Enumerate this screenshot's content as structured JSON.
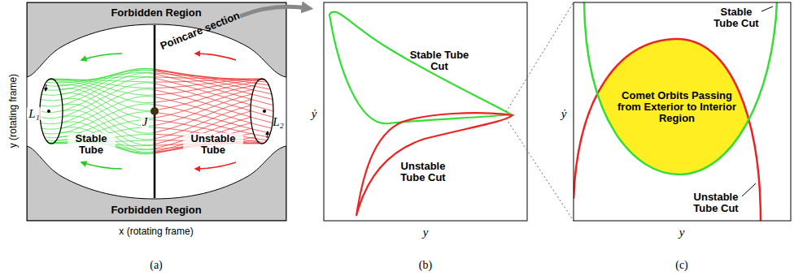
{
  "diagram": {
    "nodes": [
      {
        "text": [
          "Forbidden Region"
        ]
      },
      {
        "text": [
          "Forbidden Region"
        ]
      },
      {
        "text": [
          "Comet Orbits Passing from Exterior to Interior Region"
        ]
      }
    ],
    "labels": [
      "Poincare section",
      "L₁",
      "J",
      "L₂",
      "Stable Tube",
      "Unstable Tube",
      "y (rotating frame)",
      "x (rotating frame)",
      "(a)",
      "ẏ",
      "y",
      "Stable Tube Cut",
      "Unstable Tube Cut",
      "(b)",
      "ẏ",
      "y",
      "Stable Tube Cut",
      "Unstable Tube Cut",
      "(c)"
    ]
  }
}
